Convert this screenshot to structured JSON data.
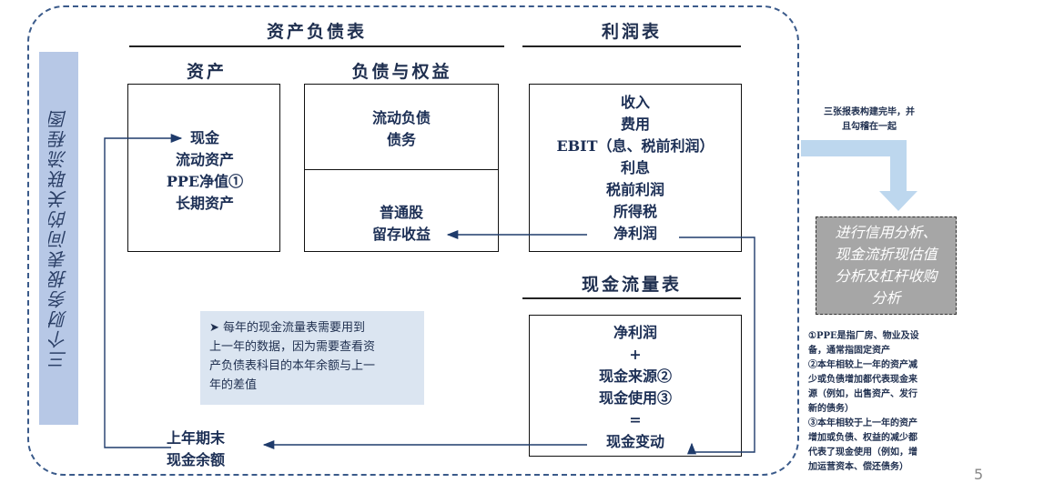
{
  "vertical_title": "三个财务报表间的关联流程图",
  "balance_sheet": {
    "title": "资产负债表",
    "assets_header": "资产",
    "liab_header": "负债与权益",
    "assets_items": [
      "现金",
      "流动资产",
      "PPE净值①",
      "长期资产"
    ],
    "liab_items": [
      "流动负债",
      "债务"
    ],
    "equity_items": [
      "普通股",
      "留存收益"
    ]
  },
  "income_statement": {
    "title": "利润表",
    "items": [
      "收入",
      "费用",
      "EBIT（息、税前利润）",
      "利息",
      "税前利润",
      "所得税",
      "净利润"
    ]
  },
  "cash_flow": {
    "title": "现金流量表",
    "items": [
      "净利润",
      "+",
      "现金来源②",
      "现金使用③",
      "=",
      "现金变动"
    ]
  },
  "prior_cash": [
    "上年期末",
    "现金余额"
  ],
  "note_box": [
    "➤  每年的现金流量表需要用到",
    "上一年的数据，因为需要查看资",
    "产负债表科目的本年余额与上一",
    "年的差值"
  ],
  "right_top_note": [
    "三张报表构建完毕，并",
    "且勾稽在一起"
  ],
  "gray_box": [
    "进行信用分析、",
    "现金流折现估值",
    "分析及杠杆收购",
    "分析"
  ],
  "footnotes": [
    "①PPE是指厂房、物业及设",
    "备，通常指固定资产",
    "②本年相较上一年的资产减",
    "少或负债增加都代表现金来",
    "源（例如，出售资产、发行",
    "新的债务）",
    "③本年相较于上一年的资产",
    "增加或负债、权益的减少都",
    "代表了现金使用（例如，增",
    "加运营资本、偿还债务）"
  ],
  "page_number": "5",
  "colors": {
    "accent": "#1f3b6b",
    "band": "#b7c8e6",
    "arrow_light": "#bdd7ee",
    "note_bg": "#dbe5f1",
    "gray_box": "#a6a6a6"
  }
}
